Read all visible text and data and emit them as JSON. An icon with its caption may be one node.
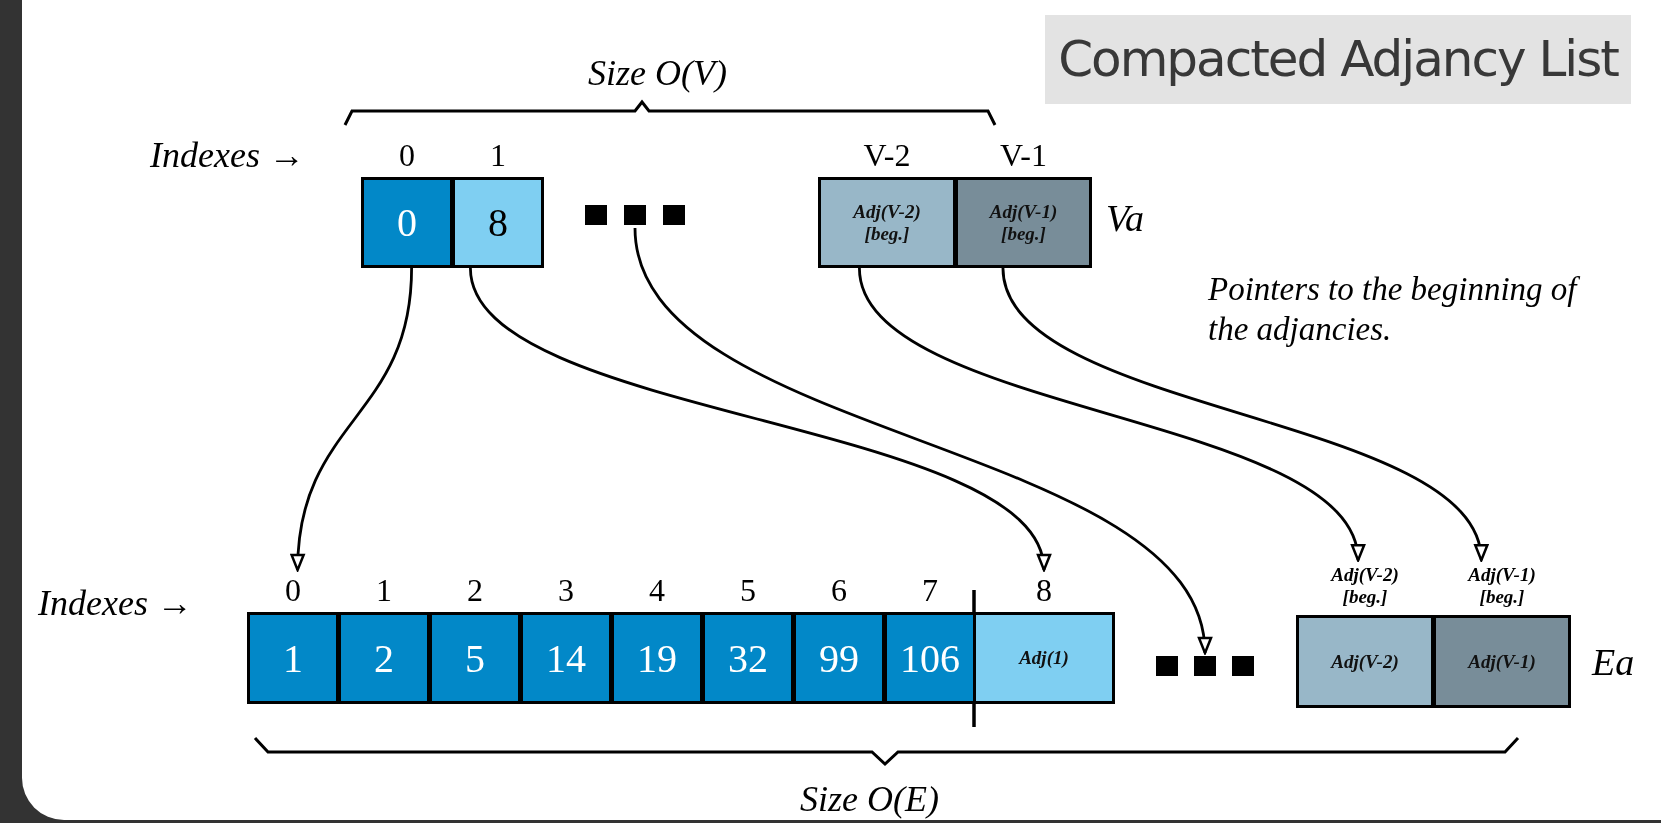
{
  "diagram": {
    "title": "Compacted Adjancy List",
    "nodes": [
      {
        "text": [
          "0"
        ],
        "beside": [
          "0"
        ]
      },
      {
        "text": [
          "8"
        ],
        "beside": [
          "1"
        ]
      },
      {
        "text": [],
        "shape": "dots"
      },
      {
        "text": [
          "Adj(V-2) [beg.]"
        ],
        "beside": [
          "V-2"
        ]
      },
      {
        "text": [
          "Adj(V-1) [beg.]"
        ],
        "beside": [
          "V-1"
        ]
      },
      {
        "text": [
          "1"
        ],
        "beside": [
          "0"
        ]
      },
      {
        "text": [
          "2"
        ],
        "beside": [
          "1"
        ]
      },
      {
        "text": [
          "5"
        ],
        "beside": [
          "2"
        ]
      },
      {
        "text": [
          "14"
        ],
        "beside": [
          "3"
        ]
      },
      {
        "text": [
          "19"
        ],
        "beside": [
          "4"
        ]
      },
      {
        "text": [
          "32"
        ],
        "beside": [
          "5"
        ]
      },
      {
        "text": [
          "99"
        ],
        "beside": [
          "6"
        ]
      },
      {
        "text": [
          "106"
        ],
        "beside": [
          "7"
        ]
      },
      {
        "text": [
          "Adj(1)"
        ],
        "beside": [
          "8"
        ]
      },
      {
        "text": [],
        "shape": "dots"
      },
      {
        "text": [
          "Adj(V-2)"
        ],
        "beside": [
          "Adj(V-2) [beg.]"
        ]
      },
      {
        "text": [
          "Adj(V-1)"
        ],
        "beside": [
          "Adj(V-1) [beg.]"
        ]
      }
    ],
    "edges": [
      {
        "from": 0,
        "to": 5,
        "arrow": "to"
      },
      {
        "from": 1,
        "to": 13,
        "arrow": "to"
      },
      {
        "from": 2,
        "to": 14,
        "arrow": "to"
      },
      {
        "from": 3,
        "to": 15,
        "arrow": "to"
      },
      {
        "from": 4,
        "to": 16,
        "arrow": "to"
      }
    ],
    "labels": [
      "Size O(V)",
      "Indexes →",
      "Va",
      "Pointers to the beginning of the adjancies.",
      "Indexes →",
      "Ea",
      "Size O(E)"
    ]
  }
}
